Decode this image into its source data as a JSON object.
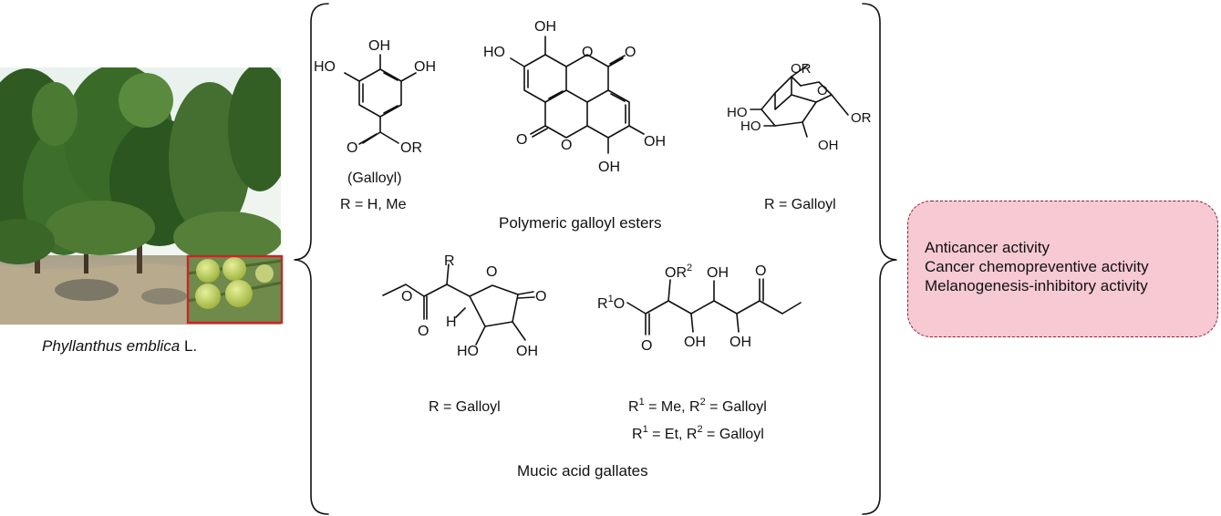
{
  "plant": {
    "name_genus": "Phyllanthus",
    "name_species": "emblica",
    "name_author": "L."
  },
  "structures": {
    "gallic": {
      "oh_top": "OH",
      "ho_left": "HO",
      "oh_right": "OH",
      "o_ester": "O",
      "r_ester": "OR",
      "caption": "(Galloyl)",
      "r_def": "R = H, Me"
    },
    "ellagic": {
      "oh_top": "OH",
      "ho_left": "HO",
      "o_ring_top": "O",
      "o_carbonyl_top": "O",
      "o_carbonyl_bottom": "O",
      "o_ring_bottom": "O",
      "oh_right": "OH",
      "oh_bottom": "OH"
    },
    "glucose": {
      "or_top": "OR",
      "o_ring": "O",
      "ho_1": "HO",
      "ho_2": "HO",
      "oh_bottom": "OH",
      "or_anomeric": "OR",
      "r_def": "R = Galloyl"
    },
    "polymeric_label": "Polymeric galloyl esters",
    "lactone": {
      "r": "R",
      "o_ring": "O",
      "o_carbonyl": "O",
      "o_ester1": "O",
      "o_ester2": "O",
      "h": "H",
      "ho": "HO",
      "oh": "OH",
      "r_def": "R = Galloyl"
    },
    "mucic": {
      "or2": "OR",
      "or2_sup": "2",
      "oh_top": "OH",
      "r1o": "R",
      "r1o_sup": "1",
      "r1o_o": "O",
      "o_ester_left": "O",
      "o_ester_right": "O",
      "oh_mid": "OH",
      "oh_mid2": "OH",
      "def1_a": "R",
      "def1_sup1": "1",
      "def1_b": " = Me, R",
      "def1_sup2": "2",
      "def1_c": " = Galloyl",
      "def2_a": "R",
      "def2_sup1": "1",
      "def2_b": " = Et, R",
      "def2_sup2": "2",
      "def2_c": " = Galloyl"
    },
    "mucic_label": "Mucic acid gallates"
  },
  "activities": [
    "Anticancer activity",
    "Cancer chemopreventive activity",
    "Melanogenesis-inhibitory activity"
  ],
  "colors": {
    "activity_fill": "#f6c9d3",
    "activity_border": "#8a1f3a",
    "inset_border": "#c62828"
  }
}
